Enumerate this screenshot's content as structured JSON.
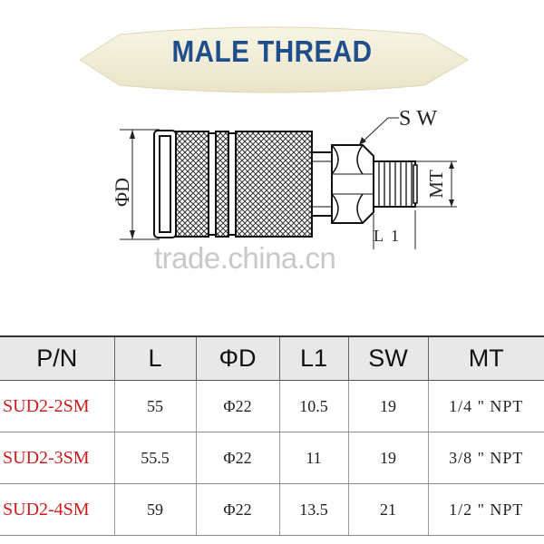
{
  "title": "MALE THREAD",
  "drawing": {
    "labels": {
      "sw": "SW",
      "mt": "MT",
      "d": "ΦD",
      "l1": "L1"
    }
  },
  "watermark": "trade.china.cn",
  "table": {
    "headers": [
      "P/N",
      "L",
      "ΦD",
      "L1",
      "SW",
      "MT"
    ],
    "rows": [
      [
        "SUD2-2SM",
        "55",
        "Φ22",
        "10.5",
        "19",
        "1/4 \" NPT"
      ],
      [
        "SUD2-3SM",
        "55.5",
        "Φ22",
        "11",
        "19",
        "3/8 \" NPT"
      ],
      [
        "SUD2-4SM",
        "59",
        "Φ22",
        "13.5",
        "21",
        "1/2 \" NPT"
      ]
    ]
  },
  "colors": {
    "title": "#1f4e8c",
    "part_number": "#cc1e1e",
    "banner": "#f0ecd6"
  }
}
